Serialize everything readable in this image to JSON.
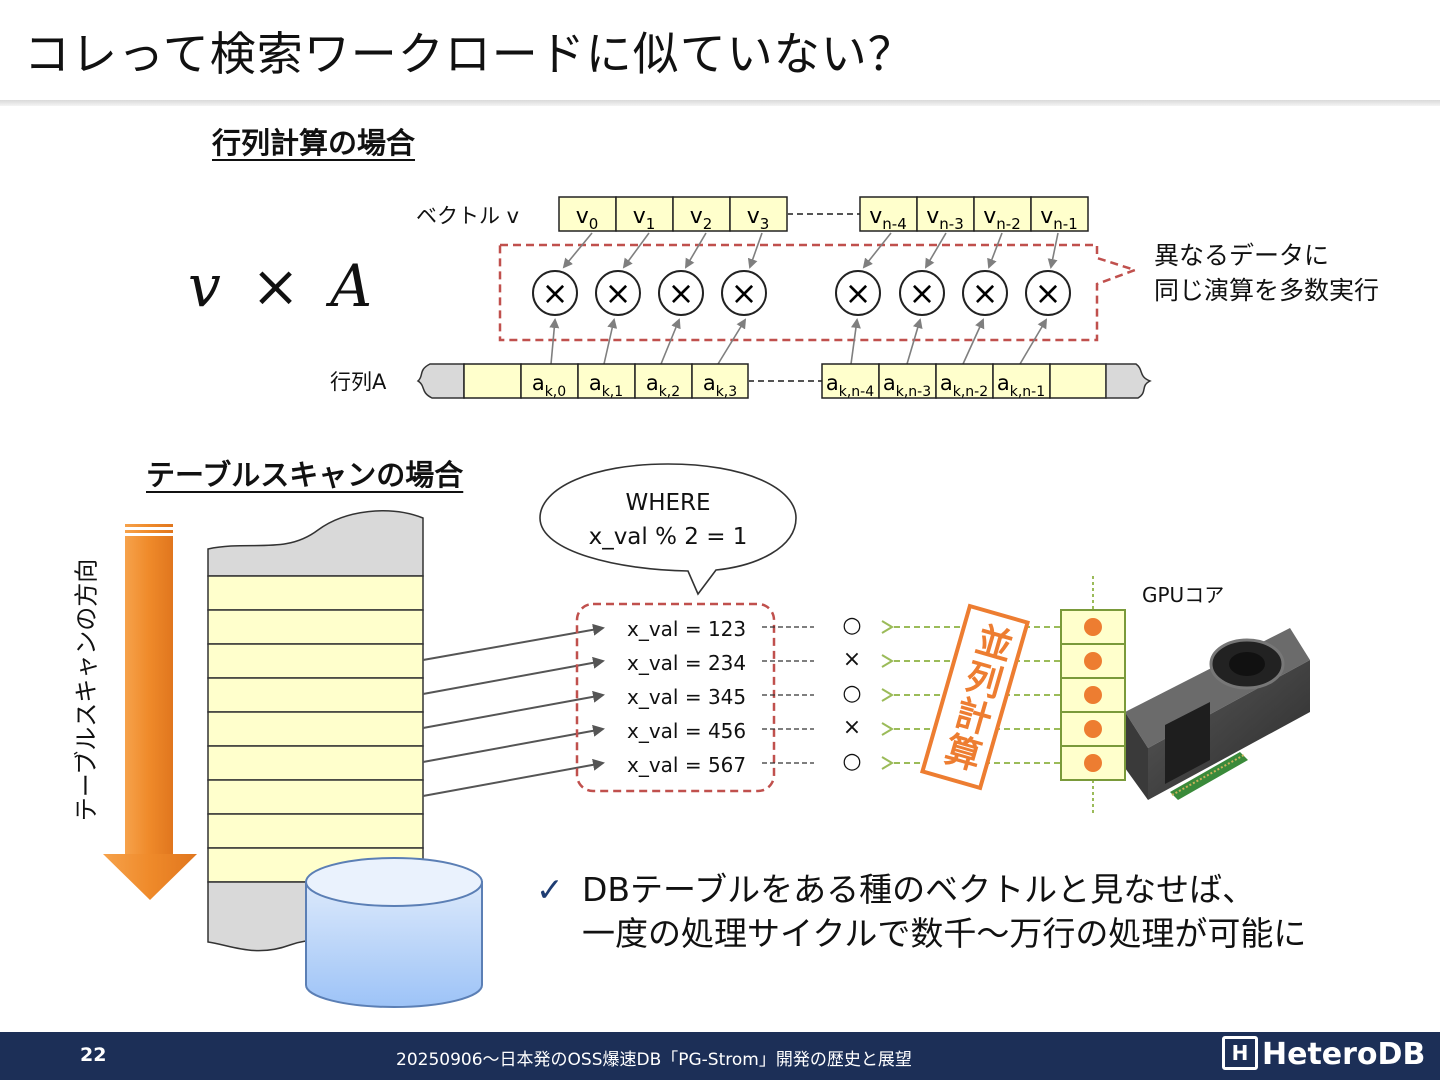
{
  "slide": {
    "title": "コレって検索ワークロードに似ていない？",
    "matrix_section": {
      "heading": "行列計算の場合",
      "formula_v": "v",
      "formula_op": "×",
      "formula_a": "A",
      "vector_label": "ベクトル v",
      "matrix_label": "行列A",
      "vector_cells": [
        {
          "base": "v",
          "sub": "0"
        },
        {
          "base": "v",
          "sub": "1"
        },
        {
          "base": "v",
          "sub": "2"
        },
        {
          "base": "v",
          "sub": "3"
        },
        {
          "base": "v",
          "sub": "n-4"
        },
        {
          "base": "v",
          "sub": "n-3"
        },
        {
          "base": "v",
          "sub": "n-2"
        },
        {
          "base": "v",
          "sub": "n-1"
        }
      ],
      "matrix_cells": [
        {
          "base": "a",
          "sub": "k,0"
        },
        {
          "base": "a",
          "sub": "k,1"
        },
        {
          "base": "a",
          "sub": "k,2"
        },
        {
          "base": "a",
          "sub": "k,3"
        },
        {
          "base": "a",
          "sub": "k,n-4"
        },
        {
          "base": "a",
          "sub": "k,n-3"
        },
        {
          "base": "a",
          "sub": "k,n-2"
        },
        {
          "base": "a",
          "sub": "k,n-1"
        }
      ],
      "multiply_symbol": "×",
      "callout_line1": "異なるデータに",
      "callout_line2": "同じ演算を多数実行"
    },
    "scan_section": {
      "heading": "テーブルスキャンの場合",
      "direction_label": "テーブルスキャンの方向",
      "bubble_line1": "WHERE",
      "bubble_line2": "x_val % 2 = 1",
      "rows": [
        {
          "text": "x_val = 123",
          "result": "○"
        },
        {
          "text": "x_val = 234",
          "result": "×"
        },
        {
          "text": "x_val = 345",
          "result": "○"
        },
        {
          "text": "x_val = 456",
          "result": "×"
        },
        {
          "text": "x_val = 567",
          "result": "○"
        }
      ],
      "gpu_label": "GPUコア",
      "parallel_label": "並列計算"
    },
    "bullet": {
      "check": "✓",
      "line1": "DBテーブルをある種のベクトルと見なせば、",
      "line2": "一度の処理サイクルで数千～万行の処理が可能に"
    }
  },
  "footer": {
    "page_number": "22",
    "text": "20250906～日本発のOSS爆速DB「PG-Strom」開発の歴史と展望",
    "logo_mark": "H",
    "logo_text": "HeteroDB"
  },
  "colors": {
    "cell_fill": "#ffffcc",
    "dashed_red": "#c0504d",
    "orange": "#ed7d31",
    "green_dashed": "#9bbb59",
    "footer_bg": "#1c2f57",
    "db_blue": "#9dc3f7"
  }
}
